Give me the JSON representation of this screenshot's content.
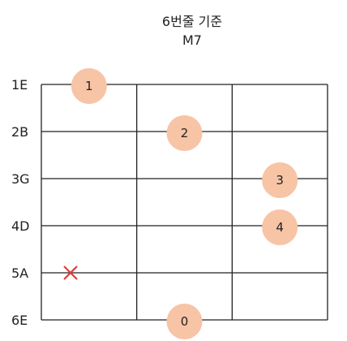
{
  "title": {
    "line1": "6번줄 기준",
    "line2": "M7"
  },
  "strings": [
    "1E",
    "2B",
    "3G",
    "4D",
    "5A",
    "6E"
  ],
  "fret_count": 3,
  "markers": [
    {
      "string": 1,
      "fret": 1,
      "label": "1"
    },
    {
      "string": 2,
      "fret": 2,
      "label": "2"
    },
    {
      "string": 3,
      "fret": 3,
      "label": "3"
    },
    {
      "string": 4,
      "fret": 3,
      "label": "4"
    },
    {
      "string": 6,
      "fret": 2,
      "label": "0"
    }
  ],
  "muted": [
    {
      "string": 5,
      "symbol": "X"
    }
  ],
  "colors": {
    "dot_fill": "#f7c4a5",
    "grid": "#222222",
    "mute": "#e53935"
  }
}
